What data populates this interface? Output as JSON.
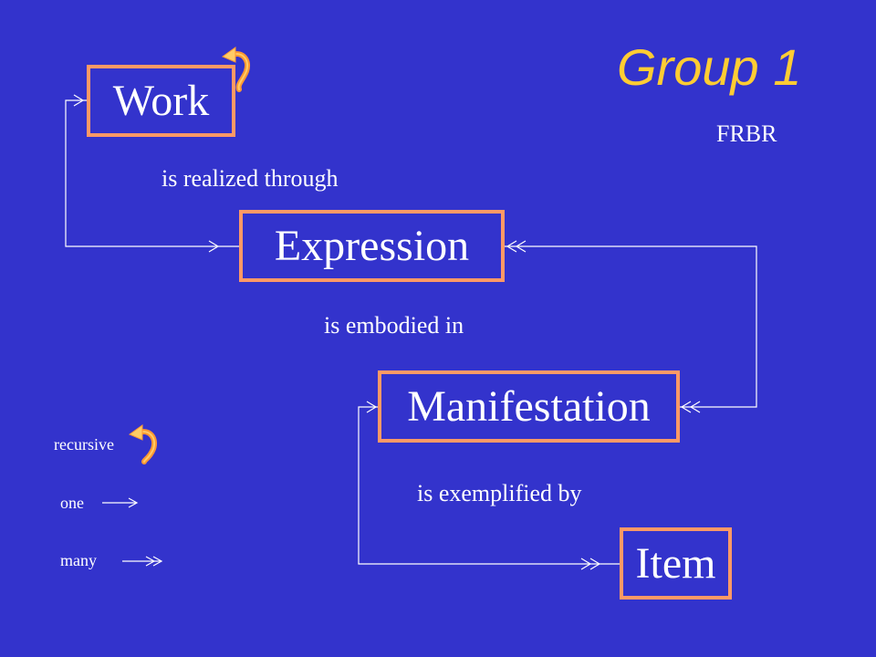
{
  "title": "Group 1",
  "subtitle": "FRBR",
  "entities": {
    "work": "Work",
    "expression": "Expression",
    "manifestation": "Manifestation",
    "item": "Item"
  },
  "relationships": {
    "work_expression": "is realized through",
    "expression_manifestation": "is embodied in",
    "manifestation_item": "is exemplified by"
  },
  "legend": {
    "recursive": "recursive",
    "one": "one",
    "many": "many"
  },
  "colors": {
    "background": "#3333cc",
    "title": "#ffcc33",
    "box_border": "#ff9966",
    "text": "#ffffff",
    "recursive_arrow": "#ff9933"
  }
}
